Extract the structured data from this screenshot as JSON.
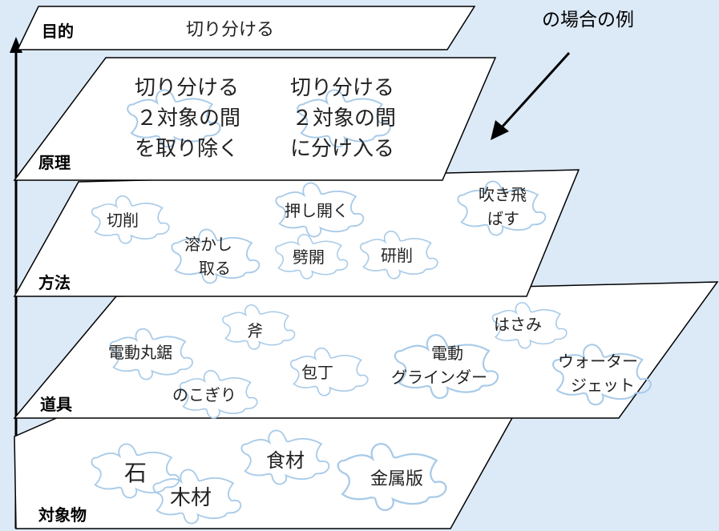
{
  "caption": "の場合の例",
  "layers": {
    "purpose": {
      "name": "目的",
      "items": [
        "切り分ける"
      ]
    },
    "principle": {
      "name": "原理",
      "items": [
        [
          "切り分ける",
          "２対象の間",
          "を取り除く"
        ],
        [
          "切り分ける",
          "２対象の間",
          "に分け入る"
        ]
      ]
    },
    "method": {
      "name": "方法",
      "items": [
        "切削",
        [
          "溶かし",
          "取る"
        ],
        "押し開く",
        "劈開",
        "研削",
        [
          "吹き飛",
          "ばす"
        ]
      ]
    },
    "tool": {
      "name": "道具",
      "items": [
        "電動丸鋸",
        "斧",
        "のこぎり",
        "包丁",
        [
          "電動",
          "グラインダー"
        ],
        "はさみ",
        [
          "ウォーター",
          "ジェット"
        ]
      ]
    },
    "object": {
      "name": "対象物",
      "items": [
        "石",
        "木材",
        "食材",
        "金属版"
      ]
    }
  },
  "colors": {
    "background": "#dce9f7",
    "plane": "#ffffff",
    "outline": "#000000",
    "puzzle": "#a9cbe8"
  },
  "icons": [
    "arrow-icon",
    "puzzle-piece-icon"
  ]
}
